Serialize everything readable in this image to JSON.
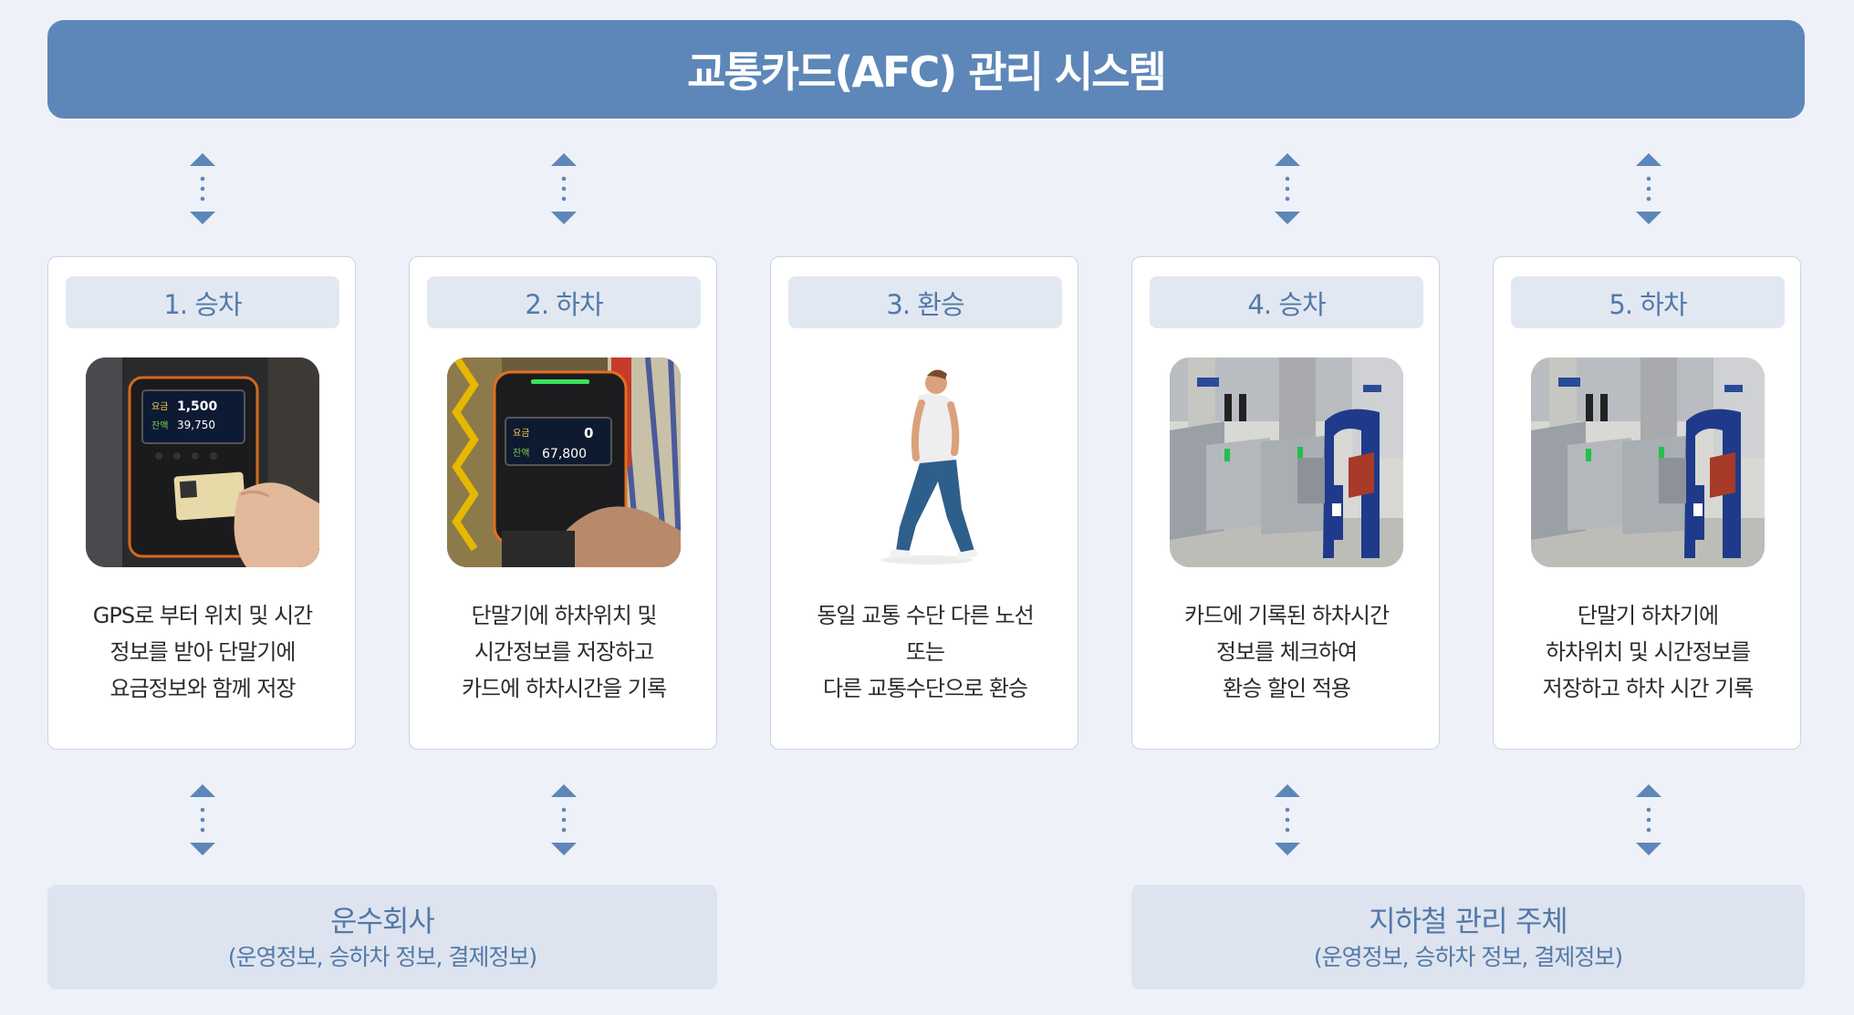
{
  "title": "교통카드(AFC) 관리 시스템",
  "colors": {
    "accent": "#5d87b8",
    "card_title_bg": "#e1e8f2",
    "page_bg": "#eef1f7",
    "org_bg": "#dde4ef"
  },
  "steps": [
    {
      "title": "1. 승차",
      "image": "bus-card-reader-photo",
      "screen": {
        "line1": "1,500",
        "line2": "39,750"
      },
      "description": [
        "GPS로 부터 위치 및 시간",
        "정보를 받아 단말기에",
        "요금정보와 함께 저장"
      ]
    },
    {
      "title": "2. 하차",
      "image": "bus-exit-reader-photo",
      "screen": {
        "line1": "0",
        "line2": "67,800"
      },
      "description": [
        "단말기에 하차위치 및",
        "시간정보를 저장하고",
        "카드에 하차시간을 기록"
      ]
    },
    {
      "title": "3. 환승",
      "image": "walking-person-illustration",
      "description": [
        "동일 교통 수단 다른 노선",
        "또는",
        "다른 교통수단으로 환승"
      ]
    },
    {
      "title": "4. 승차",
      "image": "subway-gate-photo",
      "description": [
        "카드에 기록된 하차시간",
        "정보를 체크하여",
        "환승 할인 적용"
      ]
    },
    {
      "title": "5. 하차",
      "image": "subway-gate-photo",
      "description": [
        "단말기 하차기에",
        "하차위치 및 시간정보를",
        "저장하고 하차 시간 기록"
      ]
    }
  ],
  "organizations": [
    {
      "name": "운수회사",
      "detail": "(운영정보, 승하차 정보, 결제정보)"
    },
    {
      "name": "지하철 관리 주체",
      "detail": "(운영정보, 승하차 정보, 결제정보)"
    }
  ],
  "icons": {
    "connector": "double-arrow-icon"
  }
}
